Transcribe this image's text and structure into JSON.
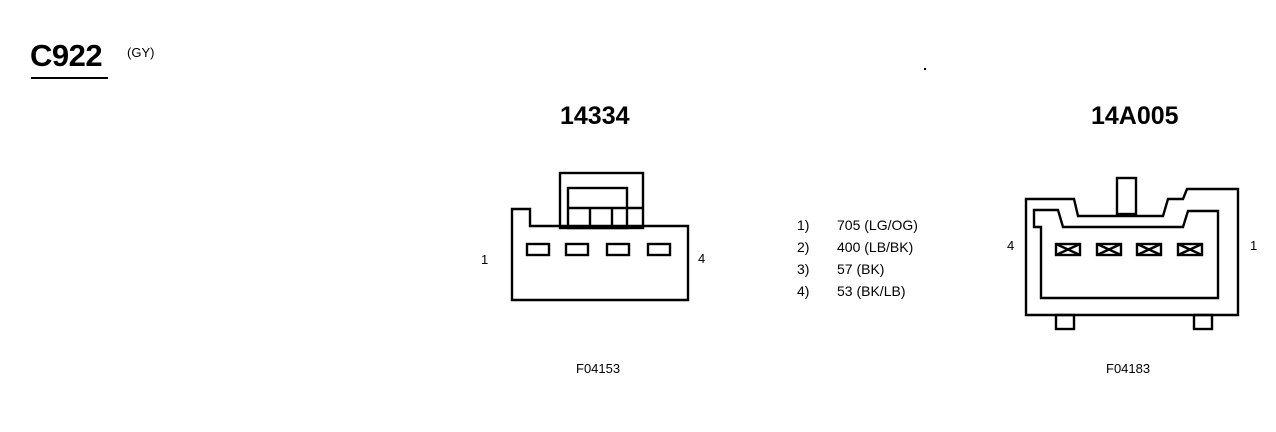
{
  "connector": {
    "id": "C922",
    "color": "(GY)"
  },
  "left_view": {
    "part_number": "14334",
    "pin_start": "1",
    "pin_end": "4",
    "figure_code": "F04153"
  },
  "right_view": {
    "part_number": "14A005",
    "pin_start": "4",
    "pin_end": "1",
    "figure_code": "F04183"
  },
  "pinout": [
    {
      "index": "1)",
      "circuit": "705 (LG/OG)"
    },
    {
      "index": "2)",
      "circuit": "400 (LB/BK)"
    },
    {
      "index": "3)",
      "circuit": "57 (BK)"
    },
    {
      "index": "4)",
      "circuit": "53 (BK/LB)"
    }
  ]
}
